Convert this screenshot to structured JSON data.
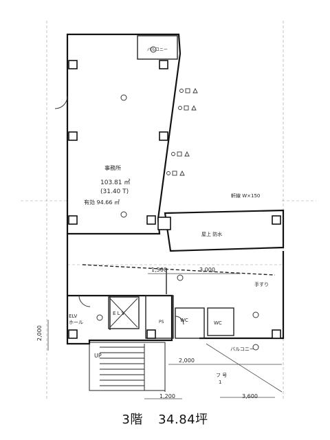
{
  "plan": {
    "office_label": "事務所",
    "office_area_m2": "103.81 ㎡",
    "office_area_tsubo": "(31.40 T)",
    "office_effective": "有効  94.66 ㎡",
    "balcony_top": "バルコニー",
    "balcony_right": "バルコニー",
    "canopy": "軒線  W×150",
    "lower_roof": "屋上 防水",
    "elv_hall": "ELV\nホール",
    "elv": "E L V",
    "ps": "PS",
    "wc_left": "WC",
    "wc_right": "WC",
    "handrail": "手すり",
    "up": "UP",
    "dim_1500": "1,500",
    "dim_3000": "3,000",
    "dim_2000_left": "2,000",
    "dim_2000_bottom": "2,000",
    "dim_1200": "1,200",
    "dim_3600": "3,600",
    "side_note": "フ 号\n1"
  },
  "caption": {
    "floor": "3階",
    "area": "34.84坪"
  }
}
